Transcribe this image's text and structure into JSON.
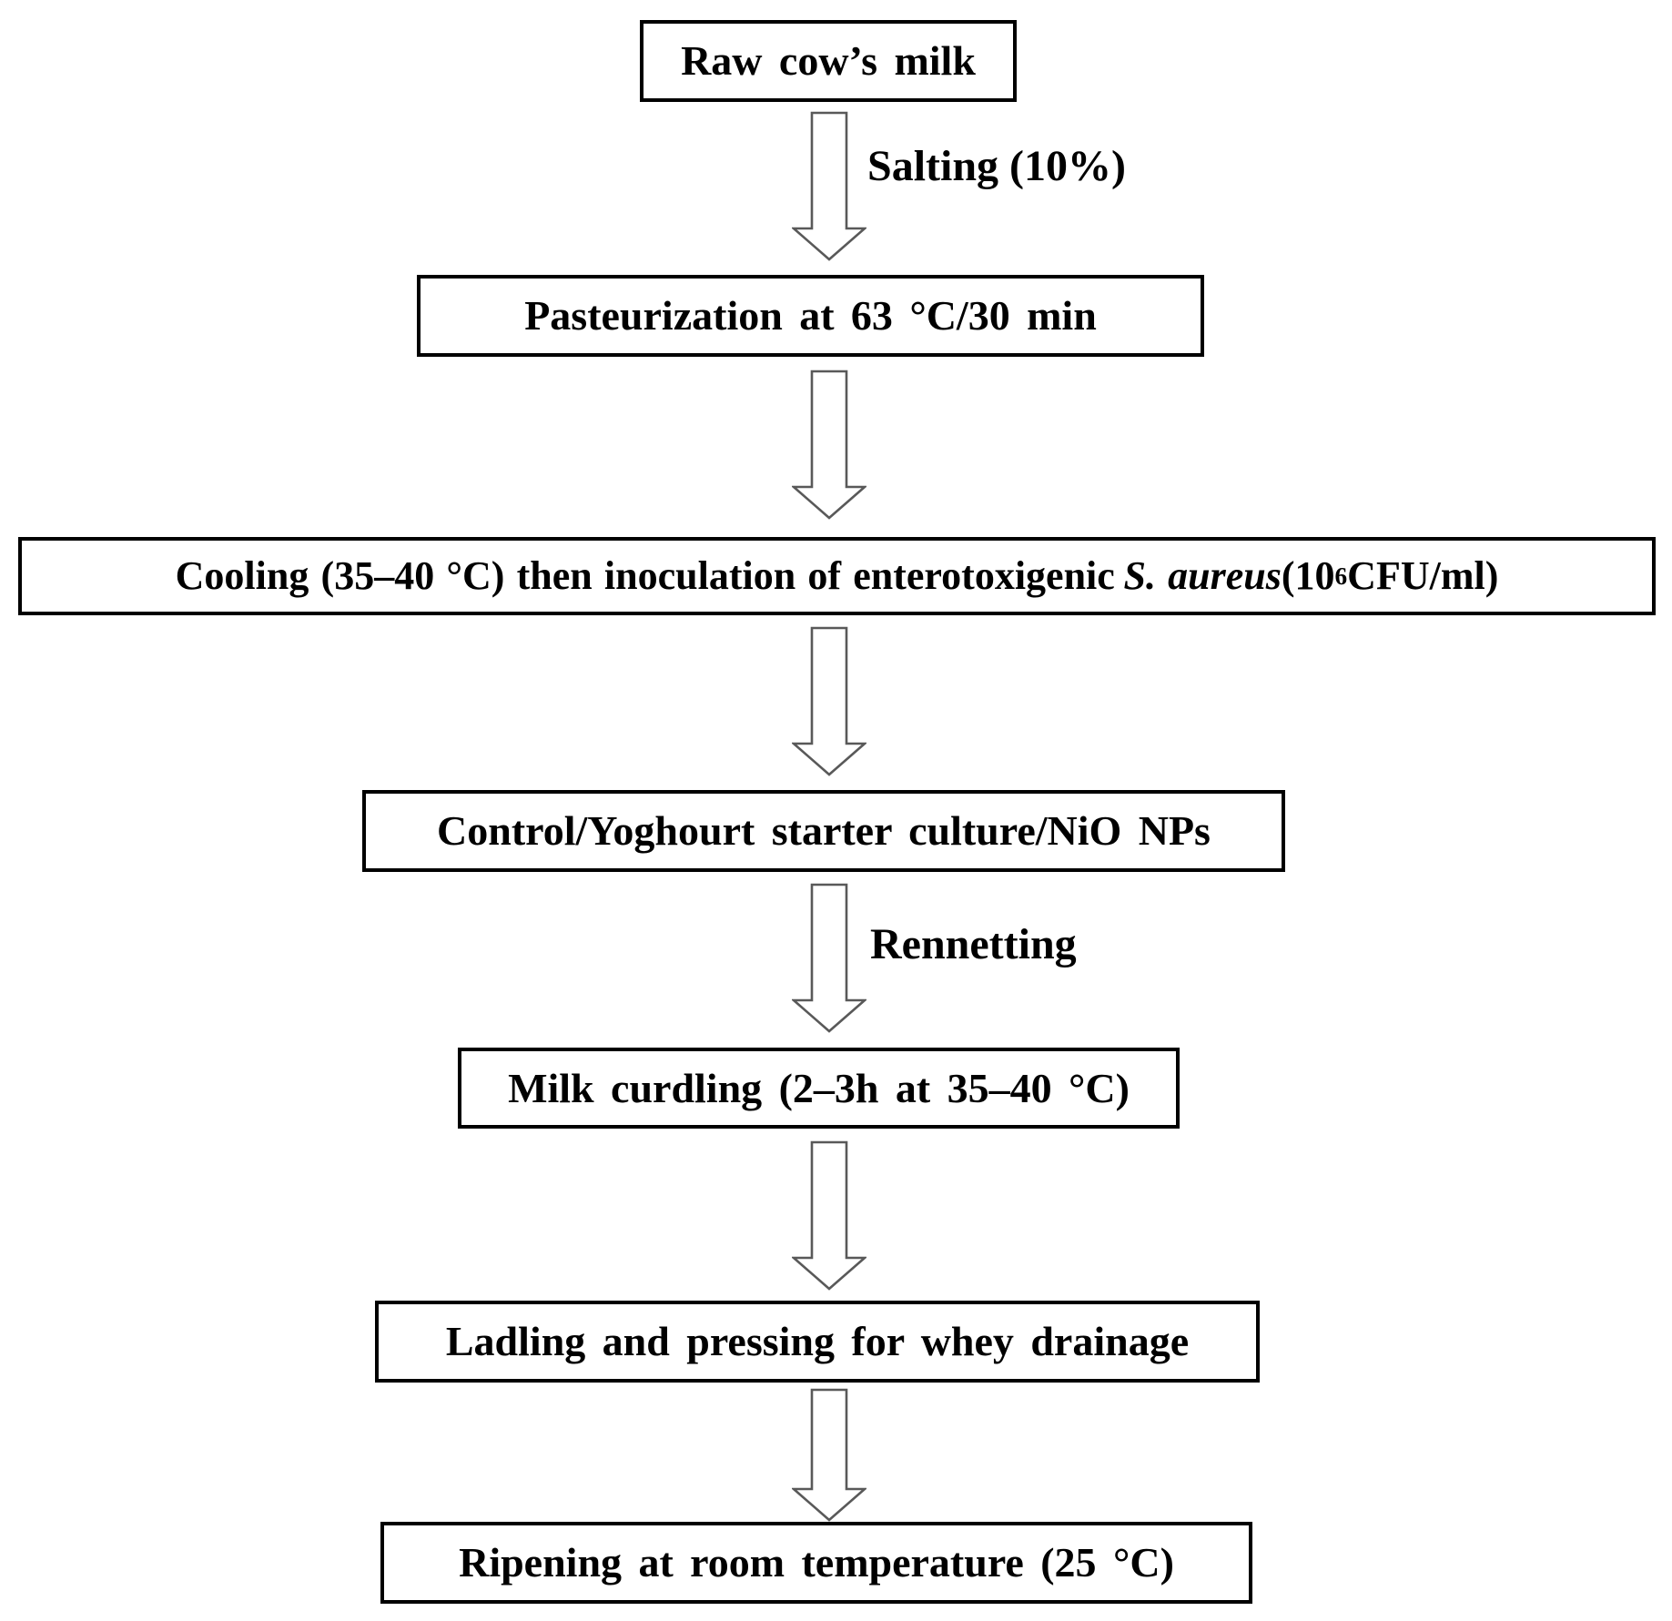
{
  "nodes": {
    "raw_milk": {
      "label": "Raw cow’s milk"
    },
    "pasteurization": {
      "label": "Pasteurization at 63 °C/30 min"
    },
    "cooling": {
      "part1": "Cooling (35–40 °C) then inoculation of enterotoxigenic",
      "species": "S. aureus",
      "part2": " (10",
      "superscript": "6",
      "part3": " CFU/ml)"
    },
    "starter": {
      "label": "Control/Yoghourt starter culture/NiO NPs"
    },
    "curdling": {
      "label": "Milk curdling (2–3h at 35–40 °C)"
    },
    "ladling": {
      "label": "Ladling and pressing for whey drainage"
    },
    "ripening": {
      "label": "Ripening at room temperature (25 °C)"
    }
  },
  "arrows": {
    "salting_label": "Salting (10%)",
    "rennetting_label": "Rennetting"
  },
  "colors": {
    "background": "#ffffff",
    "box_border": "#000000",
    "text": "#000000",
    "arrow_outline": "#595959"
  }
}
